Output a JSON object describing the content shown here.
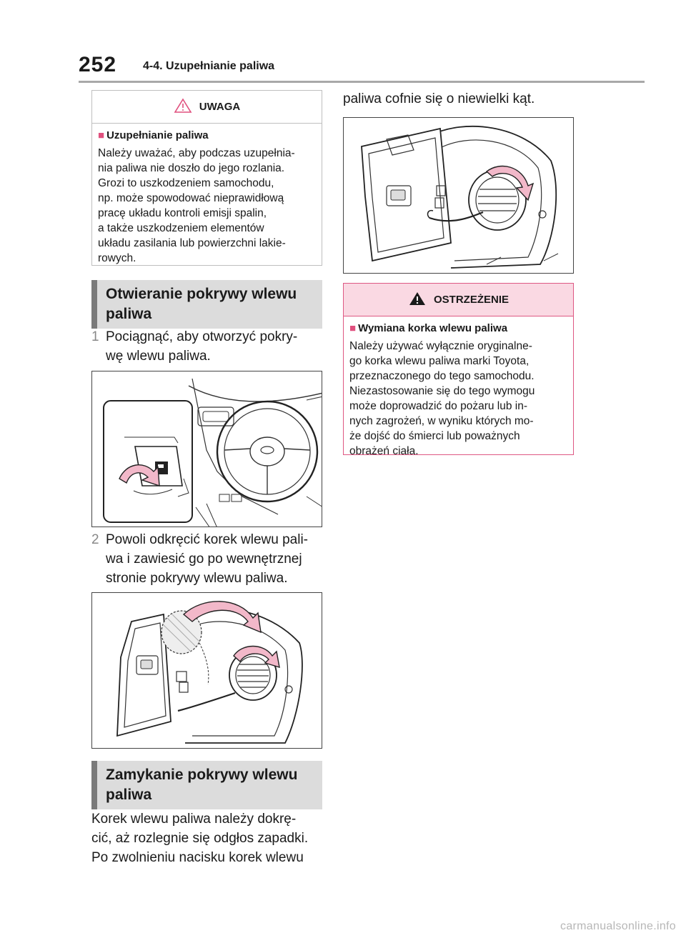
{
  "header": {
    "page_number": "252",
    "section_title": "4-4. Uzupełnianie paliwa"
  },
  "caution": {
    "title": "UWAGA",
    "subtitle": "Uzupełnianie paliwa",
    "lines": [
      "Należy uważać, aby podczas uzupełnia-",
      "nia paliwa nie doszło do jego rozlania.",
      "Grozi to uszkodzeniem samochodu,",
      "np. może spowodować nieprawidłową",
      "pracę układu kontroli emisji spalin,",
      "a także uszkodzeniem elementów",
      "układu zasilania lub powierzchni lakie-",
      "rowych."
    ]
  },
  "open_section": {
    "title_lines": [
      "Otwieranie pokrywy wlewu",
      "paliwa"
    ],
    "step1": {
      "num": "1",
      "lines": [
        "Pociągnąć, aby otworzyć pokry-",
        "wę wlewu paliwa."
      ]
    },
    "step2": {
      "num": "2",
      "lines": [
        "Powoli odkręcić korek wlewu pali-",
        "wa i zawiesić go po wewnętrznej",
        "stronie pokrywy wlewu paliwa."
      ]
    }
  },
  "close_section": {
    "title_lines": [
      "Zamykanie pokrywy wlewu",
      "paliwa"
    ],
    "lines": [
      "Korek wlewu paliwa należy dokrę-",
      "cić, aż rozlegnie się odgłos zapadki.",
      "Po zwolnieniu nacisku korek wlewu"
    ],
    "continued_line": "paliwa cofnie się o niewielki kąt."
  },
  "warning": {
    "title": "OSTRZEŻENIE",
    "subtitle": "Wymiana korka wlewu paliwa",
    "lines": [
      "Należy używać wyłącznie oryginalne-",
      "go korka wlewu paliwa marki Toyota,",
      "przeznaczonego do tego samochodu.",
      "Niezastosowanie się do tego wymogu",
      "może doprowadzić do pożaru lub in-",
      "nych zagrożeń, w wyniku których mo-",
      "że dojść do śmierci lub poważnych",
      "obrażeń ciała."
    ]
  },
  "icons": {
    "caution_icon": "caution-triangle-outline-icon",
    "warning_icon": "warning-triangle-filled-icon",
    "bullet_icon": "pink-square-bullet-icon",
    "fuel_pump_icon": "fuel-pump-icon"
  },
  "colors": {
    "accent_pink": "#e0507e",
    "band_gray": "#dcdcdc",
    "band_bar": "#7a7a7a",
    "rule_gray": "#a8a8a8",
    "arrow_fill": "#f2b8c9"
  },
  "watermark": "carmanualsonline.info"
}
